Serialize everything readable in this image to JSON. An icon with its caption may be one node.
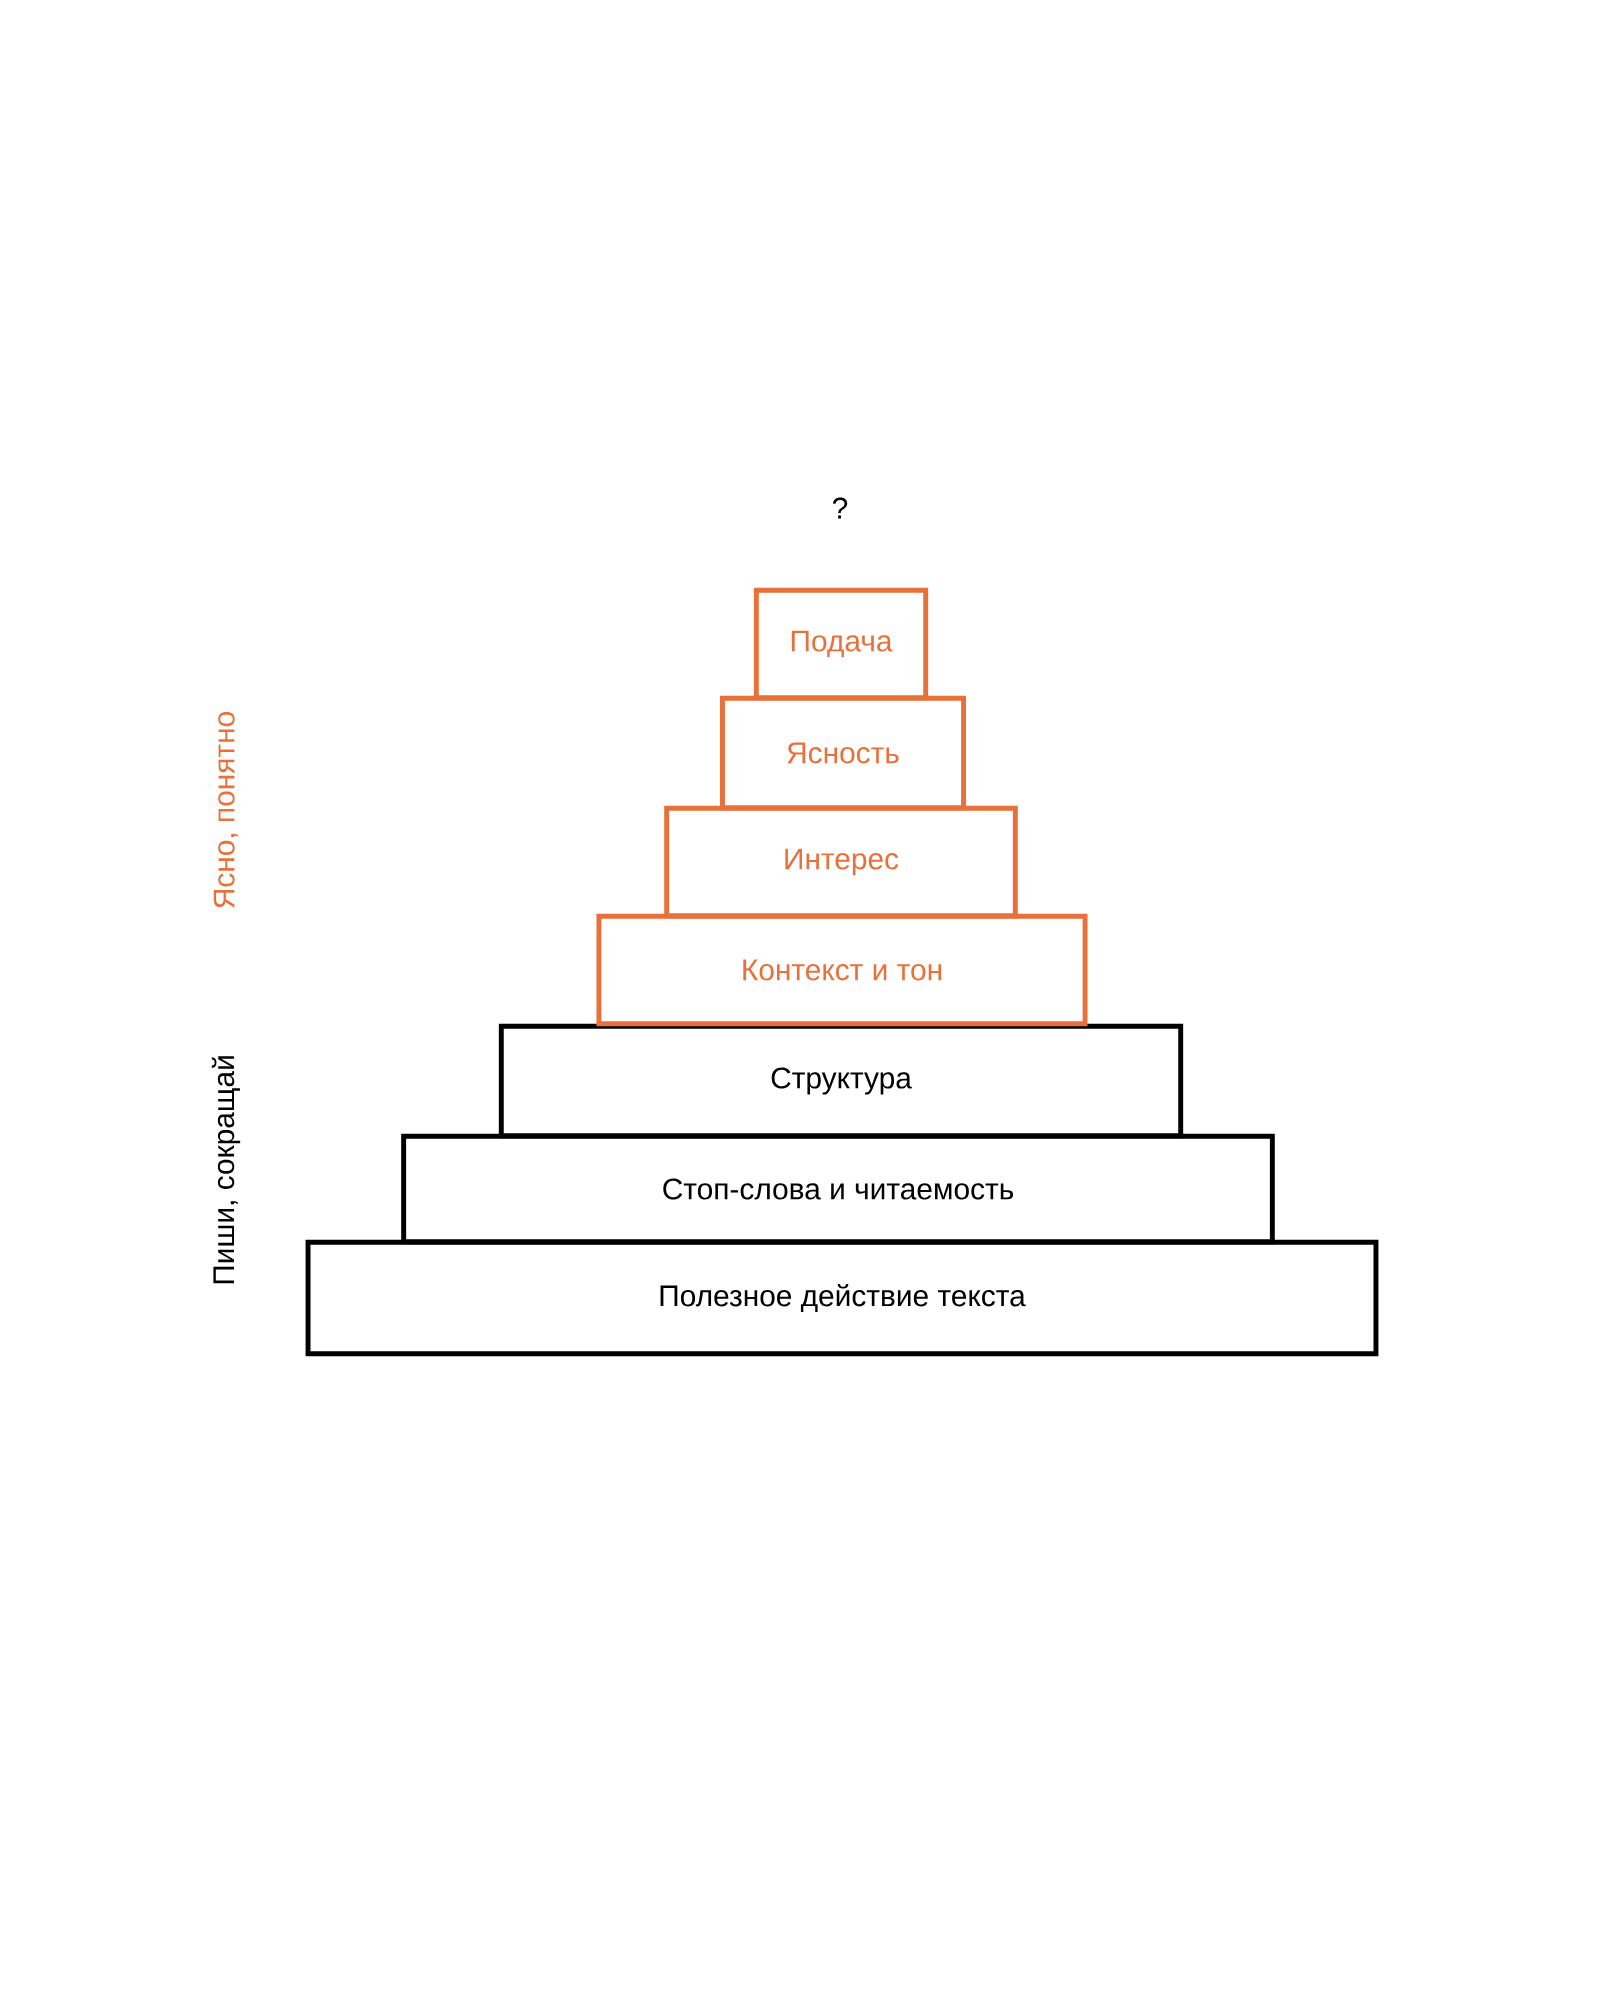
{
  "diagram": {
    "nodes": [
      {
        "text": [
          "Подача"
        ]
      },
      {
        "text": [
          "Ясность"
        ]
      },
      {
        "text": [
          "Интерес"
        ]
      },
      {
        "text": [
          "Контекст и тон"
        ]
      },
      {
        "text": [
          "Структура"
        ]
      },
      {
        "text": [
          "Стоп-слова и читаемость"
        ]
      },
      {
        "text": [
          "Полезное действие текста"
        ]
      }
    ],
    "labels": [
      "?",
      "Ясно, понятно",
      "Пиши, сокращай"
    ]
  }
}
